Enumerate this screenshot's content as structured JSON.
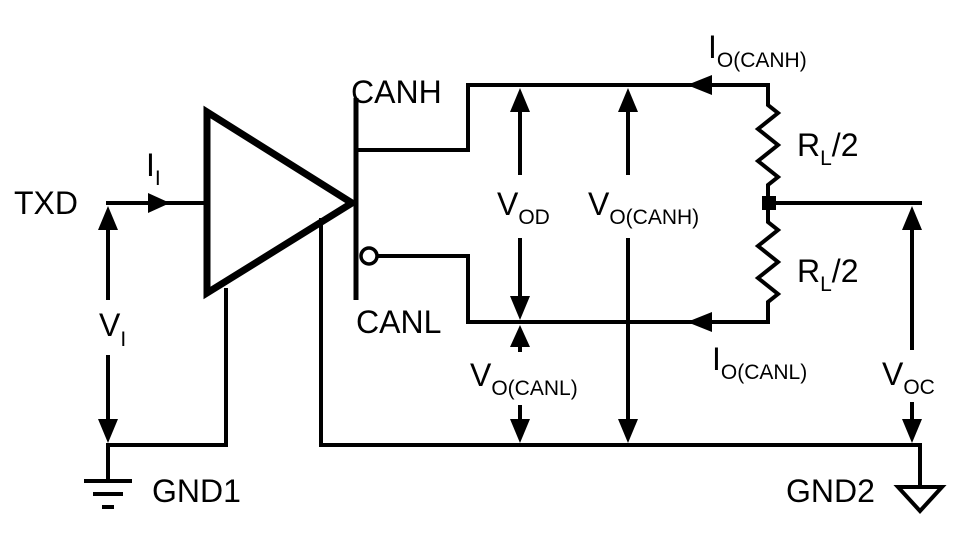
{
  "labels": {
    "txd": "TXD",
    "canh": "CANH",
    "canl": "CANL",
    "gnd1": "GND1",
    "gnd2": "GND2",
    "rl_top_main": "R",
    "rl_top_sub": "L",
    "rl_top_tail": "/2",
    "rl_bot_main": "R",
    "rl_bot_sub": "L",
    "rl_bot_tail": "/2",
    "ii_main": "I",
    "ii_sub": "I",
    "vi_main": "V",
    "vi_sub": "I",
    "vod_main": "V",
    "vod_sub": "OD",
    "vocanh_main": "V",
    "vocanh_sub": "O(CANH)",
    "vocanl_main": "V",
    "vocanl_sub": "O(CANL)",
    "iocanh_main": "I",
    "iocanh_sub": "O(CANH)",
    "iocanl_main": "I",
    "iocanl_sub": "O(CANL)",
    "voc_main": "V",
    "voc_sub": "OC"
  },
  "colors": {
    "line": "#000000",
    "background": "#ffffff"
  }
}
